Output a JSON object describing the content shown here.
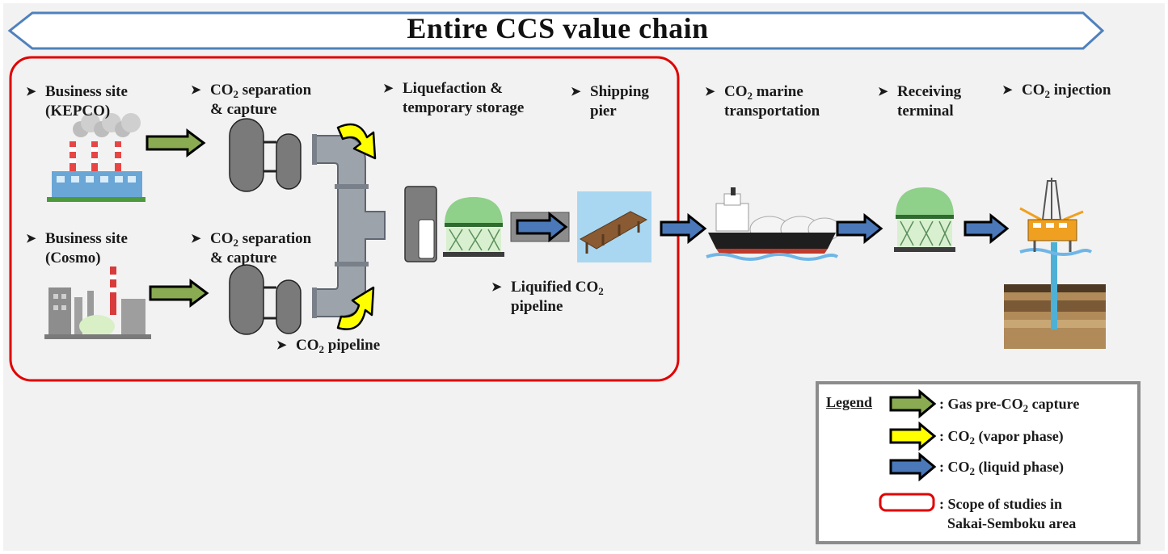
{
  "title": "Entire CCS value chain",
  "stages": {
    "site_kepco": {
      "line1": "Business site",
      "line2": "(KEPCO)"
    },
    "site_cosmo": {
      "line1": "Business site",
      "line2": "(Cosmo)"
    },
    "capture_top": {
      "pre": "CO",
      "sub": "2",
      "post": " separation",
      "line2": "& capture"
    },
    "capture_bottom": {
      "pre": "CO",
      "sub": "2",
      "post": " separation",
      "line2": "& capture"
    },
    "liquefaction": {
      "line1": "Liquefaction &",
      "line2": "temporary storage"
    },
    "shipping": {
      "line1": "Shipping",
      "line2": "pier"
    },
    "marine": {
      "pre": "CO",
      "sub": "2",
      "post": " marine",
      "line2": "transportation"
    },
    "receiving": {
      "line1": "Receiving",
      "line2": "terminal"
    },
    "injection": {
      "pre": "CO",
      "sub": "2",
      "post": " injection"
    },
    "co2_pipeline": {
      "pre": "CO",
      "sub": "2",
      "post": " pipeline"
    },
    "liquified_pipeline": {
      "pre": "Liquified CO",
      "sub": "2",
      "line2": "pipeline"
    }
  },
  "legend": {
    "heading": "Legend",
    "items": [
      {
        "pre": ": Gas pre-CO",
        "sub": "2",
        "post": " capture",
        "color": "#8aab52"
      },
      {
        "pre": ": CO",
        "sub": "2",
        "post": " (vapor phase)",
        "color": "#ffff00"
      },
      {
        "pre": ": CO",
        "sub": "2",
        "post": " (liquid phase)",
        "color": "#4a78b8"
      },
      {
        "line1": ": Scope of studies in",
        "line2": "Sakai-Semboku area",
        "color": "#e00000"
      }
    ]
  },
  "colors": {
    "banner_border": "#4f81bd",
    "scope_border": "#e00000",
    "gas_arrow": "#8aab52",
    "vapor_arrow": "#ffff00",
    "liquid_arrow": "#4a78b8",
    "legend_border": "#8c8c8c"
  },
  "icons": [
    "factory-icon",
    "refinery-icon",
    "capture-vessel-icon",
    "pipe-icon",
    "storage-tank-icon",
    "lng-tank-icon",
    "pier-icon",
    "ship-icon",
    "offshore-platform-icon"
  ]
}
